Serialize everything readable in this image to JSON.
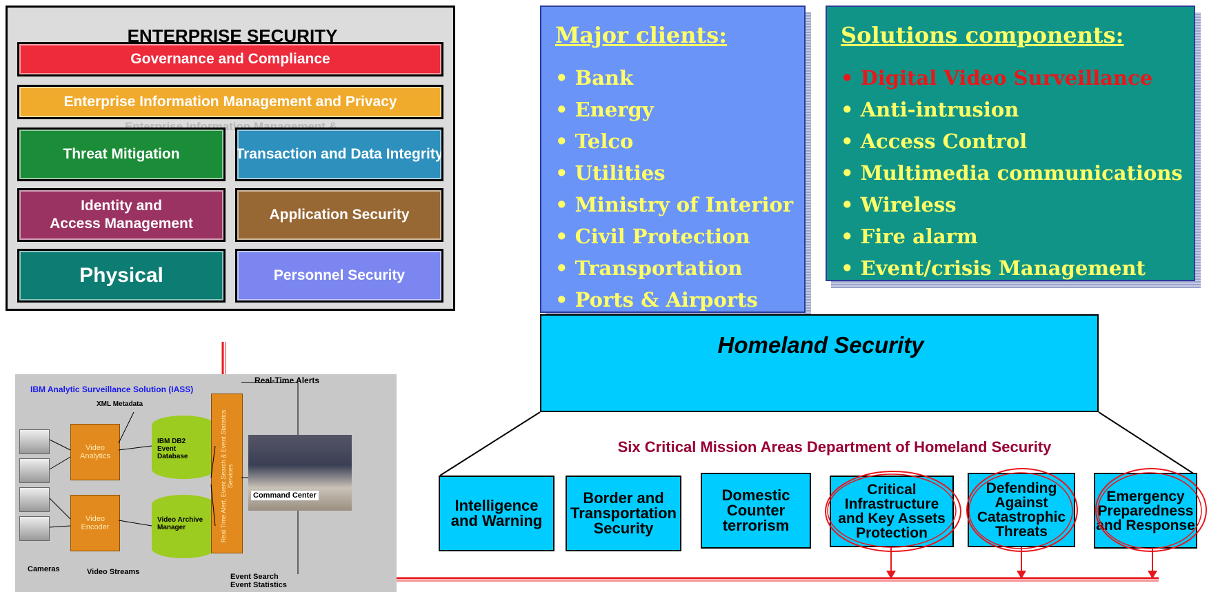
{
  "enterprise": {
    "title": "ENTERPRISE SECURITY",
    "governance": "Governance and Compliance",
    "eim": "Enterprise Information Management and Privacy",
    "eim_ghost": "Enterprise Information Management &",
    "threat": "Threat Mitigation",
    "transaction": "Transaction and Data Integrity",
    "identity_line1": "Identity and",
    "identity_line2": "Access Management",
    "application": "Application Security",
    "physical": "Physical",
    "personnel": "Personnel Security"
  },
  "clients": {
    "title": "Major clients:",
    "items": [
      "• Bank",
      "• Energy",
      "• Telco",
      "• Utilities",
      "• Ministry of Interior",
      "• Civil Protection",
      "• Transportation",
      "• Ports & Airports"
    ]
  },
  "solutions": {
    "title": "Solutions components:",
    "items": [
      "• Digital Video Surveillance",
      "• Anti-intrusion",
      "• Access Control",
      "• Multimedia communications",
      "• Wireless",
      "• Fire alarm",
      "• Event/crisis Management"
    ]
  },
  "homeland": {
    "title": "Homeland Security",
    "subtitle": "Six Critical Mission Areas Department of Homeland Security",
    "areas": [
      {
        "l1": "Intelligence",
        "l2": "and Warning",
        "l3": "",
        "l4": ""
      },
      {
        "l1": "Border and",
        "l2": "Transportation",
        "l3": "Security",
        "l4": ""
      },
      {
        "l1": "Domestic",
        "l2": "Counter",
        "l3": "terrorism",
        "l4": ""
      },
      {
        "l1": "Critical",
        "l2": "Infrastructure",
        "l3": "and Key Assets",
        "l4": "Protection"
      },
      {
        "l1": "Defending",
        "l2": "Against",
        "l3": "Catastrophic",
        "l4": "Threats"
      },
      {
        "l1": "Emergency",
        "l2": "Preparedness",
        "l3": "and Response",
        "l4": ""
      }
    ]
  },
  "iass": {
    "title": "IBM Analytic Surveillance Solution (IASS)",
    "xml": "XML Metadata",
    "realtime": "Real-Time Alerts",
    "video_analytics": "Video Analytics",
    "video_encoder": "Video Encoder",
    "db2": "IBM DB2 Event Database",
    "archive": "Video Archive Manager",
    "services": "Real Time Alert, Event Search & Event Statistics Services",
    "command": "Command Center",
    "cameras": "Cameras",
    "streams": "Video Streams",
    "event_search": "Event Search",
    "event_stats": "Event Statistics"
  },
  "colors": {
    "governance": "#ee2b3b",
    "eim": "#f0aa2c",
    "threat": "#1b8c37",
    "transaction": "#2e90bd",
    "identity": "#9a3262",
    "application": "#976834",
    "physical": "#0d7d74",
    "personnel": "#7b86f0",
    "arrow": "#e8171b"
  }
}
